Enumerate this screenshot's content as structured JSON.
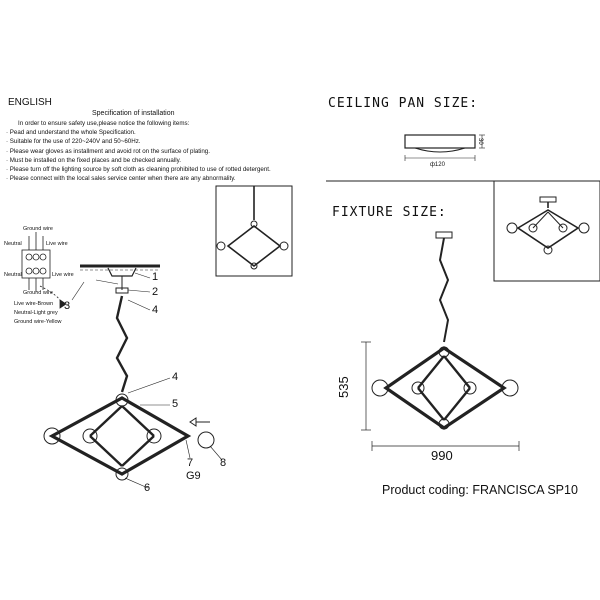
{
  "spec": {
    "language": "ENGLISH",
    "title": "Specification of installation",
    "lines": [
      "In order to ensure safety use,please notice the following items:",
      "· Pead and understand the whole Specification.",
      "· Suitable for the use of 220~240V and 50~60Hz.",
      "· Please wear gloves as installment and avoid rot on the surface of plating.",
      "· Must be installed on the fixed places and be checked annually.",
      "· Please turn off the lighting source by soft cloth as cleaning prohibited to use of rotted detergent.",
      "· Please connect with the local sales service center when there are any abnormality."
    ]
  },
  "wiring": {
    "ground_top": "Ground wire",
    "neutral": "Neutral",
    "live": "Live wire",
    "neutral2": "Neutral",
    "live2": "Live wire",
    "ground_bottom": "Ground wire",
    "legend": [
      "Live wire-Brown",
      "Neutral-Light grey",
      "Ground wire-Yellow"
    ]
  },
  "parts": {
    "p1": "1",
    "p2": "2",
    "p3": "3",
    "p4a": "4",
    "p4b": "4",
    "p5": "5",
    "p6": "6",
    "p7": "7",
    "p8": "8",
    "bulb": "G9"
  },
  "ceiling_pan": {
    "title": "CEILING PAN SIZE:",
    "diameter": "ф120",
    "height": "30"
  },
  "fixture": {
    "title": "FIXTURE SIZE:",
    "height": "535",
    "width": "990"
  },
  "product_coding": "Product coding: FRANCISCA SP10"
}
